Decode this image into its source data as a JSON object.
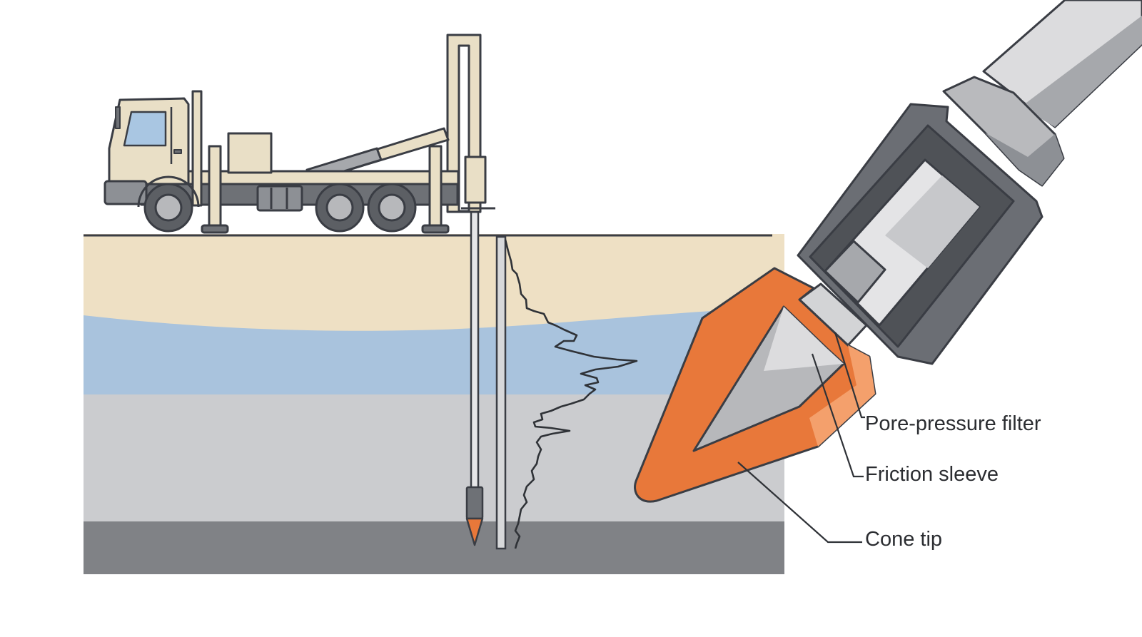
{
  "labels": {
    "pore_pressure_filter": "Pore-pressure filter",
    "friction_sleeve": "Friction sleeve",
    "cone_tip": "Cone tip"
  },
  "colors": {
    "outline": "#3a3d44",
    "truck_body": "#e9dfc6",
    "window": "#a9c6e2",
    "chassis": "#6e7176",
    "wheel_tire": "#5c5f64",
    "wheel_hub": "#b7b8bb",
    "soil_top": "#eee0c4",
    "soil_water": "#a9c3dd",
    "soil_clay": "#cbcccf",
    "soil_bedrock": "#808286",
    "cone_orange": "#e8783a",
    "cone_highlight": "#f4a06c",
    "steel_light": "#dcdcde",
    "steel_mid": "#a6a8ac",
    "steel_dark": "#6b6e74"
  }
}
